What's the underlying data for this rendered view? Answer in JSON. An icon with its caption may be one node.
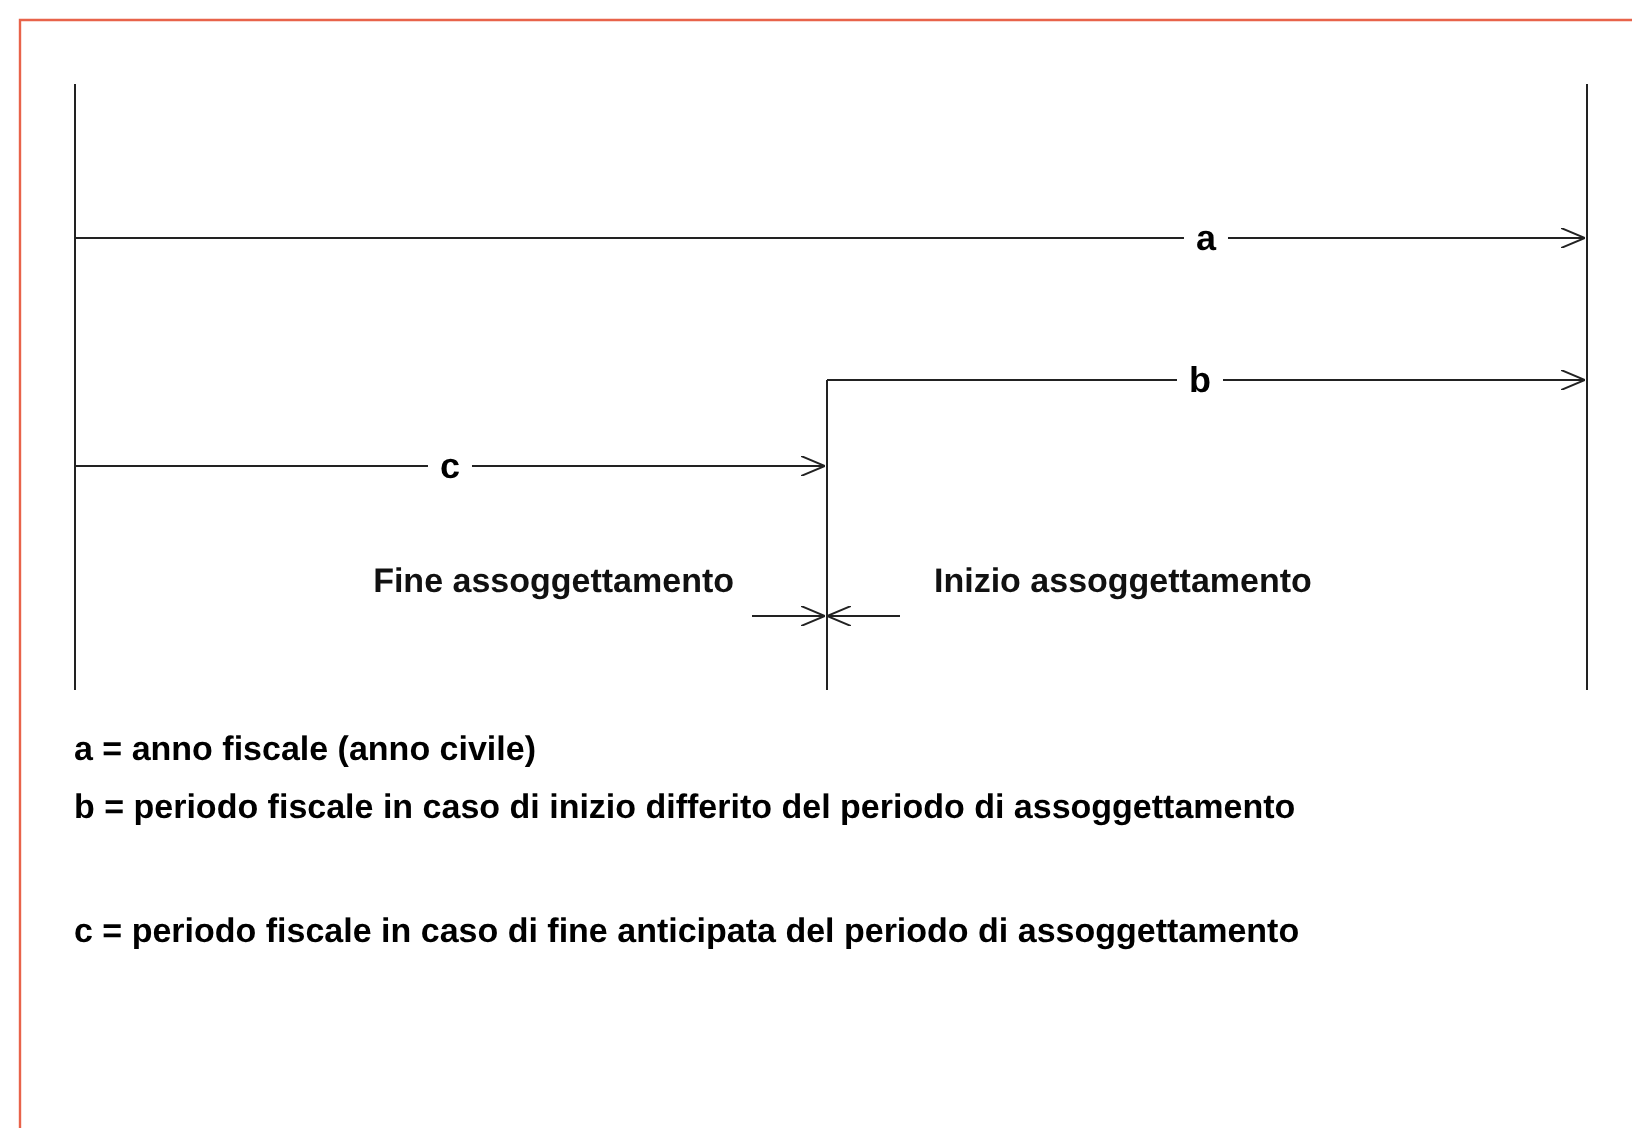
{
  "diagram": {
    "nodes": [
      {
        "text": [],
        "shape": "bar"
      },
      {
        "text": [],
        "shape": "bar"
      },
      {
        "text": [],
        "shape": "bar"
      }
    ],
    "edges": [
      {
        "from": 0,
        "to": 2,
        "arrow": "to",
        "label": "a"
      },
      {
        "from": 1,
        "to": 2,
        "arrow": "to",
        "label": "b"
      },
      {
        "from": 0,
        "to": 1,
        "arrow": "to",
        "label": "c"
      },
      {
        "from": null,
        "to": 1,
        "arrow": "to"
      },
      {
        "from": null,
        "to": 1,
        "arrow": "to"
      }
    ],
    "labels": [
      "Fine assoggettamento",
      "Inizio assoggettamento",
      "a = anno fiscale (anno civile)",
      "b = periodo fiscale in caso di inizio differito del periodo di assoggettamento",
      "c = periodo fiscale in caso di fine anticipata del periodo di assoggettamento"
    ]
  }
}
